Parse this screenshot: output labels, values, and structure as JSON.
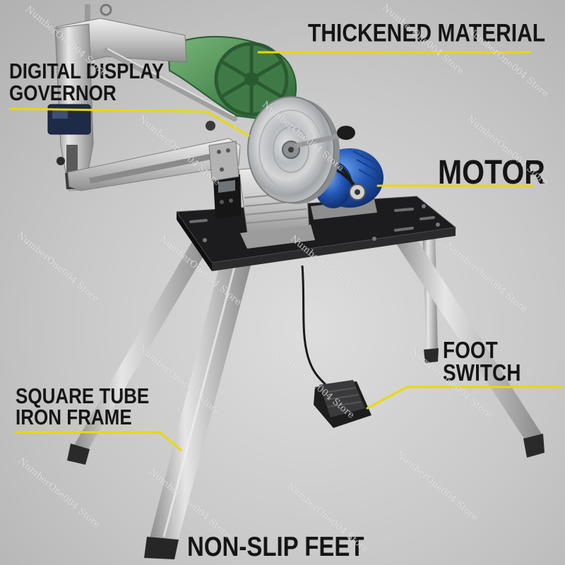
{
  "callouts": {
    "thickened_material": {
      "text": "THICKENED MATERIAL"
    },
    "digital_display_governor": {
      "line1": "DIGITAL DISPLAY",
      "line2": "GOVERNOR"
    },
    "motor": {
      "text": "MOTOR"
    },
    "foot_switch": {
      "line1": "FOOT",
      "line2": "SWITCH"
    },
    "square_tube_iron_frame": {
      "line1": "SQUARE TUBE",
      "line2": "IRON FRAME"
    },
    "non_slip_feet": {
      "text": "NON-SLIP FEET"
    }
  },
  "watermark": {
    "text": "NumberOne004 Store"
  },
  "colors": {
    "background": "#c8c8c8",
    "leader_line": "#ecd800",
    "callout_text": "#151515",
    "motor_blue": "#2459b8",
    "housing_green": "#4f8f55",
    "table_plate": "#1c1c1e"
  }
}
